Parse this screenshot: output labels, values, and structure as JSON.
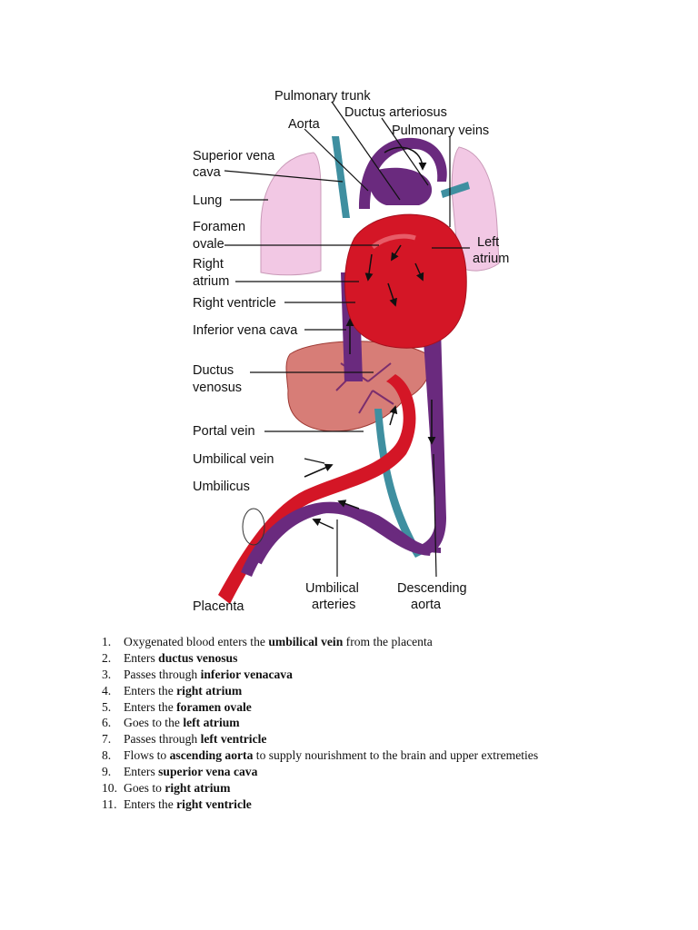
{
  "diagram": {
    "labels": {
      "pulmonary_trunk": "Pulmonary trunk",
      "ductus_arteriosus": "Ductus arteriosus",
      "aorta": "Aorta",
      "pulmonary_veins": "Pulmonary veins",
      "superior_vena_cava_1": "Superior vena",
      "superior_vena_cava_2": "cava",
      "lung": "Lung",
      "foramen_ovale_1": "Foramen",
      "foramen_ovale_2": "ovale",
      "left_atrium_1": "Left",
      "left_atrium_2": "atrium",
      "right_atrium_1": "Right",
      "right_atrium_2": "atrium",
      "right_ventricle": "Right ventricle",
      "inferior_vena_cava": "Inferior vena cava",
      "ductus_venosus_1": "Ductus",
      "ductus_venosus_2": "venosus",
      "portal_vein": "Portal vein",
      "umbilical_vein": "Umbilical vein",
      "umbilicus": "Umbilicus",
      "placenta": "Placenta",
      "umbilical_arteries_1": "Umbilical",
      "umbilical_arteries_2": "arteries",
      "descending_aorta_1": "Descending",
      "descending_aorta_2": "aorta"
    },
    "colors": {
      "oxygenated": "#d41626",
      "deoxygenated": "#6a2a7e",
      "mixed_blue": "#3f8fa0",
      "lung": "#f2c8e4",
      "liver": "#c9524a"
    }
  },
  "steps": [
    {
      "num": "1.",
      "pre": "Oxygenated blood enters the ",
      "bold": "umbilical vein",
      "post": " from the placenta"
    },
    {
      "num": "2.",
      "pre": "Enters ",
      "bold": "ductus venosus",
      "post": ""
    },
    {
      "num": "3.",
      "pre": "Passes through ",
      "bold": "inferior venacava",
      "post": ""
    },
    {
      "num": "4.",
      "pre": "Enters the ",
      "bold": "right atrium",
      "post": ""
    },
    {
      "num": "5.",
      "pre": "Enters the ",
      "bold": "foramen ovale",
      "post": ""
    },
    {
      "num": "6.",
      "pre": "Goes to the ",
      "bold": "left atrium",
      "post": ""
    },
    {
      "num": "7.",
      "pre": "Passes through ",
      "bold": "left ventricle",
      "post": ""
    },
    {
      "num": "8.",
      "pre": "Flows to ",
      "bold": "ascending aorta",
      "post": " to supply nourishment to the brain and upper extremeties"
    },
    {
      "num": "9.",
      "pre": "Enters ",
      "bold": "superior vena cava",
      "post": ""
    },
    {
      "num": "10.",
      "pre": "Goes to ",
      "bold": "right atrium",
      "post": ""
    },
    {
      "num": "11.",
      "pre": "Enters the ",
      "bold": "right ventricle",
      "post": ""
    }
  ]
}
